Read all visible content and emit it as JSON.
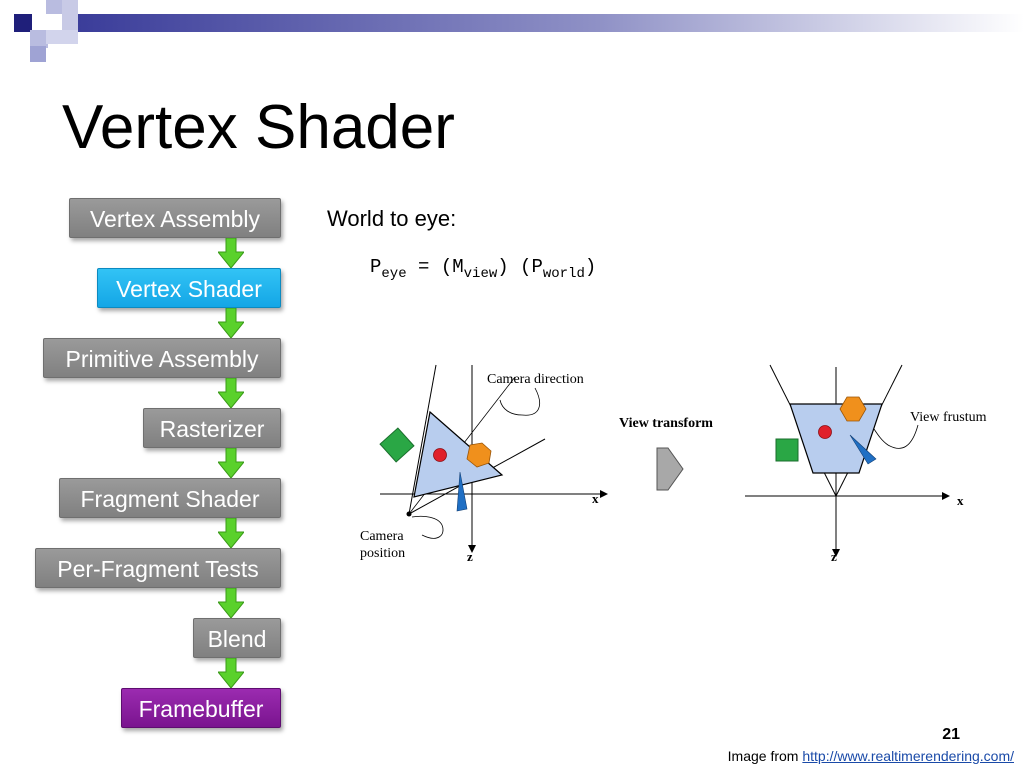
{
  "slide": {
    "title": "Vertex Shader",
    "page_number": "21",
    "credit_prefix": "Image from ",
    "credit_link": "http://www.realtimerendering.com/"
  },
  "pipeline": {
    "stages": [
      {
        "label": "Vertex Assembly",
        "state": "normal"
      },
      {
        "label": "Vertex Shader",
        "state": "active"
      },
      {
        "label": "Primitive Assembly",
        "state": "normal"
      },
      {
        "label": "Rasterizer",
        "state": "normal"
      },
      {
        "label": "Fragment Shader",
        "state": "normal"
      },
      {
        "label": "Per-Fragment Tests",
        "state": "normal"
      },
      {
        "label": "Blend",
        "state": "normal"
      },
      {
        "label": "Framebuffer",
        "state": "final"
      }
    ]
  },
  "content": {
    "world_to_eye": "World to eye:",
    "formula": {
      "p": "P",
      "eye_sub": "eye",
      "eq": " = (M",
      "view_sub": "view",
      "mid": ") (P",
      "world_sub": "world",
      "close": ")"
    }
  },
  "figure": {
    "camera_direction": "Camera direction",
    "camera_position_line1": "Camera",
    "camera_position_line2": "position",
    "view_transform": "View transform",
    "view_frustum": "View frustum",
    "axis_x": "x",
    "axis_z": "z"
  },
  "colors": {
    "stage_normal": "#8c8c8c",
    "stage_active": "#1fb2ef",
    "stage_final": "#8a1ea0",
    "arrow_green": "#5ad12c",
    "frustum_fill": "#b8cdee",
    "square_green": "#2aa745",
    "circle_red": "#e0202a",
    "hexagon_orange": "#f0901c",
    "wedge_blue": "#1f6fc4"
  }
}
